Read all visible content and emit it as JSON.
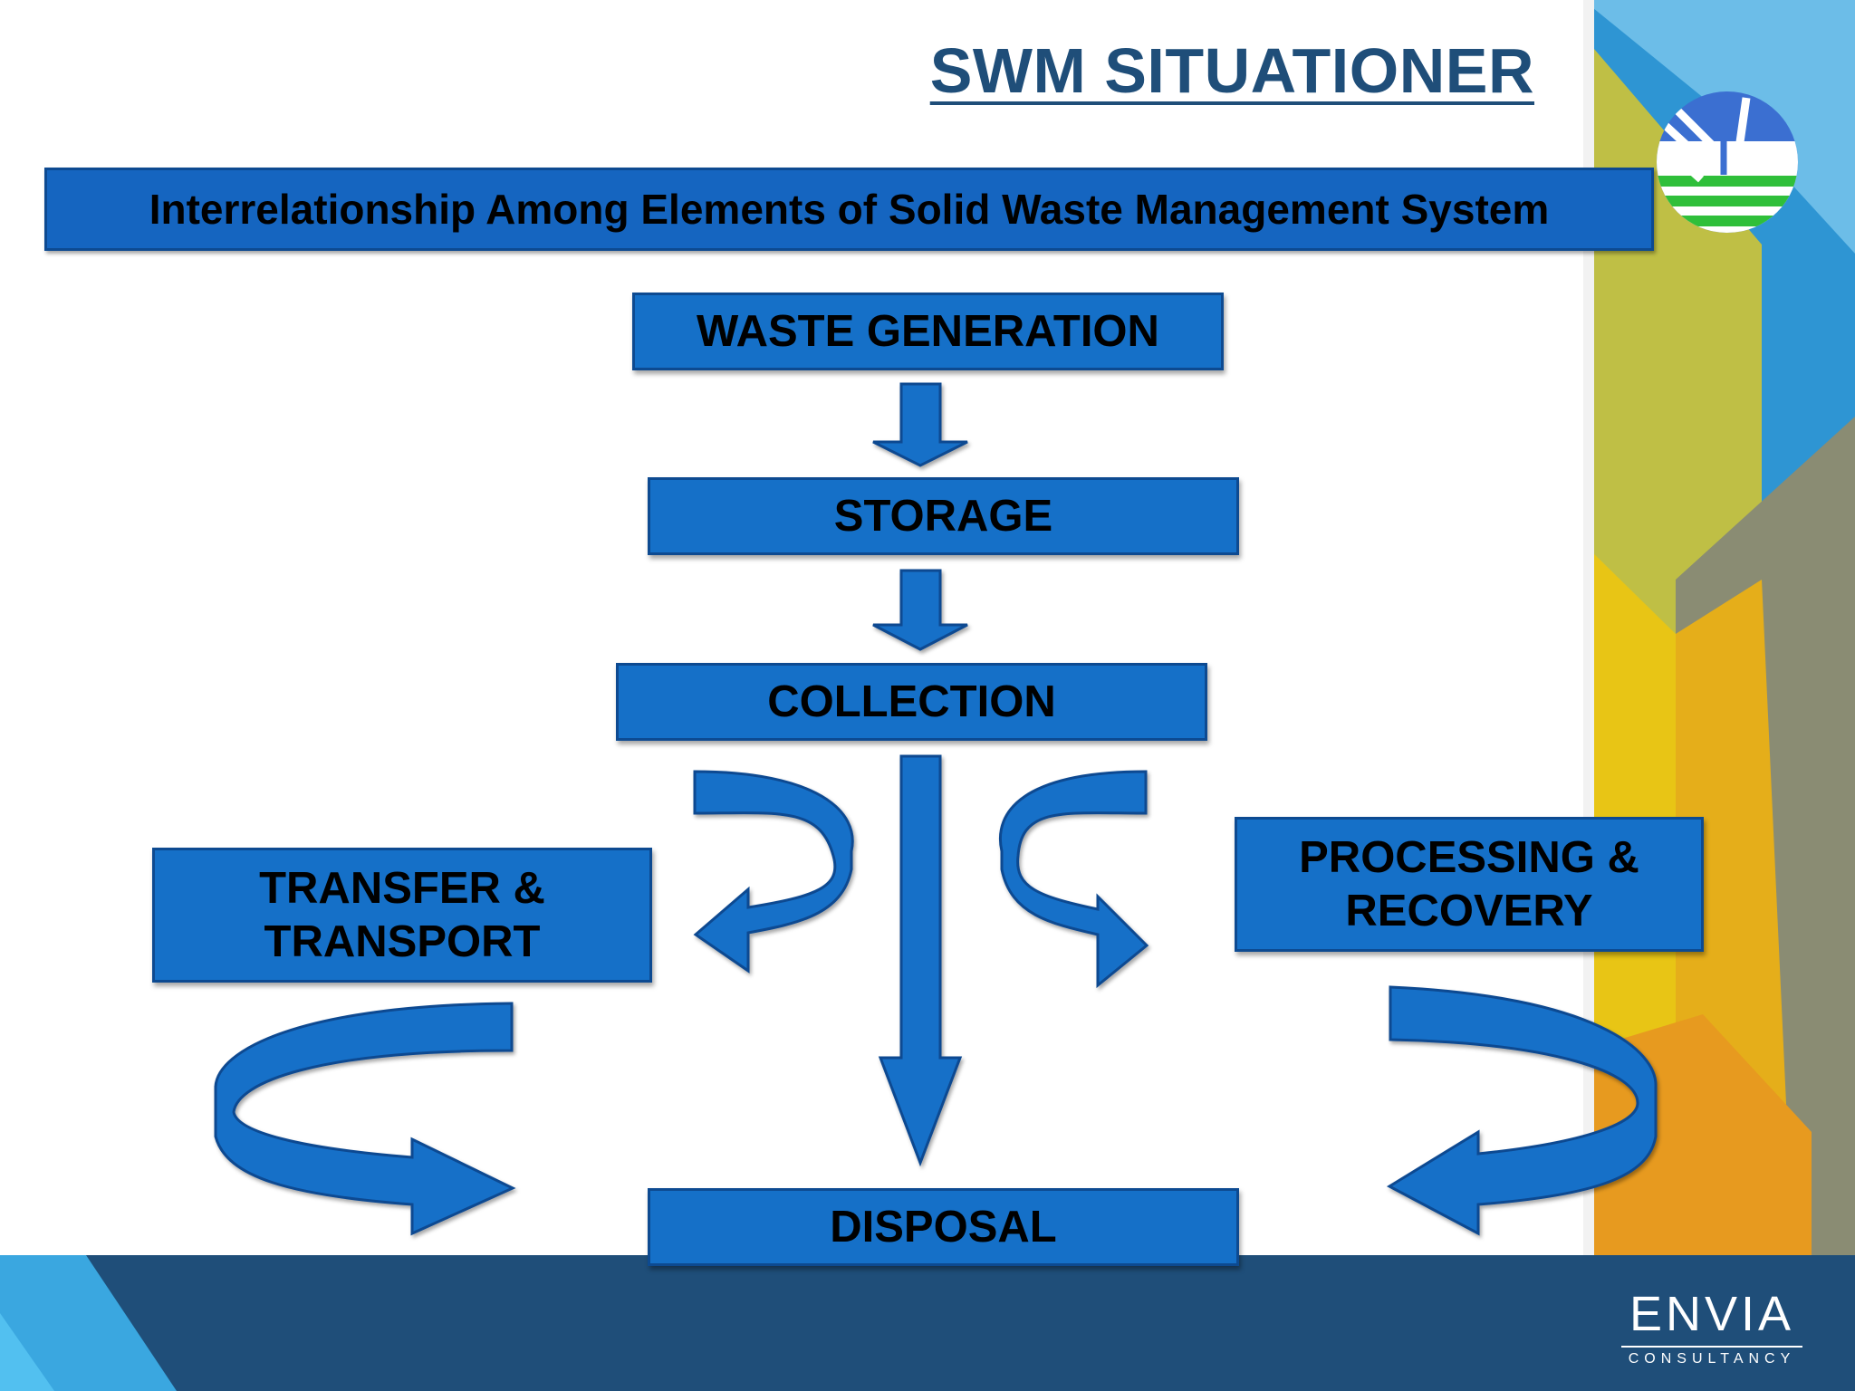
{
  "slide": {
    "title": "SWM SITUATIONER",
    "banner": "Interrelationship Among Elements of Solid Waste Management System"
  },
  "diagram": {
    "nodes": {
      "waste_generation": "WASTE GENERATION",
      "storage": "STORAGE",
      "collection": "COLLECTION",
      "transfer_line1": "TRANSFER &",
      "transfer_line2": "TRANSPORT",
      "processing_line1": "PROCESSING &",
      "processing_line2": "RECOVERY",
      "disposal": "DISPOSAL"
    },
    "edges": [
      {
        "from": "WASTE GENERATION",
        "to": "STORAGE"
      },
      {
        "from": "STORAGE",
        "to": "COLLECTION"
      },
      {
        "from": "COLLECTION",
        "to": "DISPOSAL"
      },
      {
        "from": "COLLECTION",
        "to": "TRANSFER & TRANSPORT"
      },
      {
        "from": "COLLECTION",
        "to": "PROCESSING & RECOVERY"
      },
      {
        "from": "TRANSFER & TRANSPORT",
        "to": "DISPOSAL"
      },
      {
        "from": "PROCESSING & RECOVERY",
        "to": "DISPOSAL"
      }
    ]
  },
  "branding": {
    "logo_icon": "denr-logo-icon",
    "company_name": "ENVIA",
    "company_tagline": "CONSULTANCY"
  },
  "colors": {
    "box_fill": "#1570c8",
    "title": "#1f4e79",
    "footer": "#1f4e79",
    "accent_yellow": "#e8c515",
    "accent_orange": "#e79a1f",
    "accent_blue": "#2e95d3"
  }
}
